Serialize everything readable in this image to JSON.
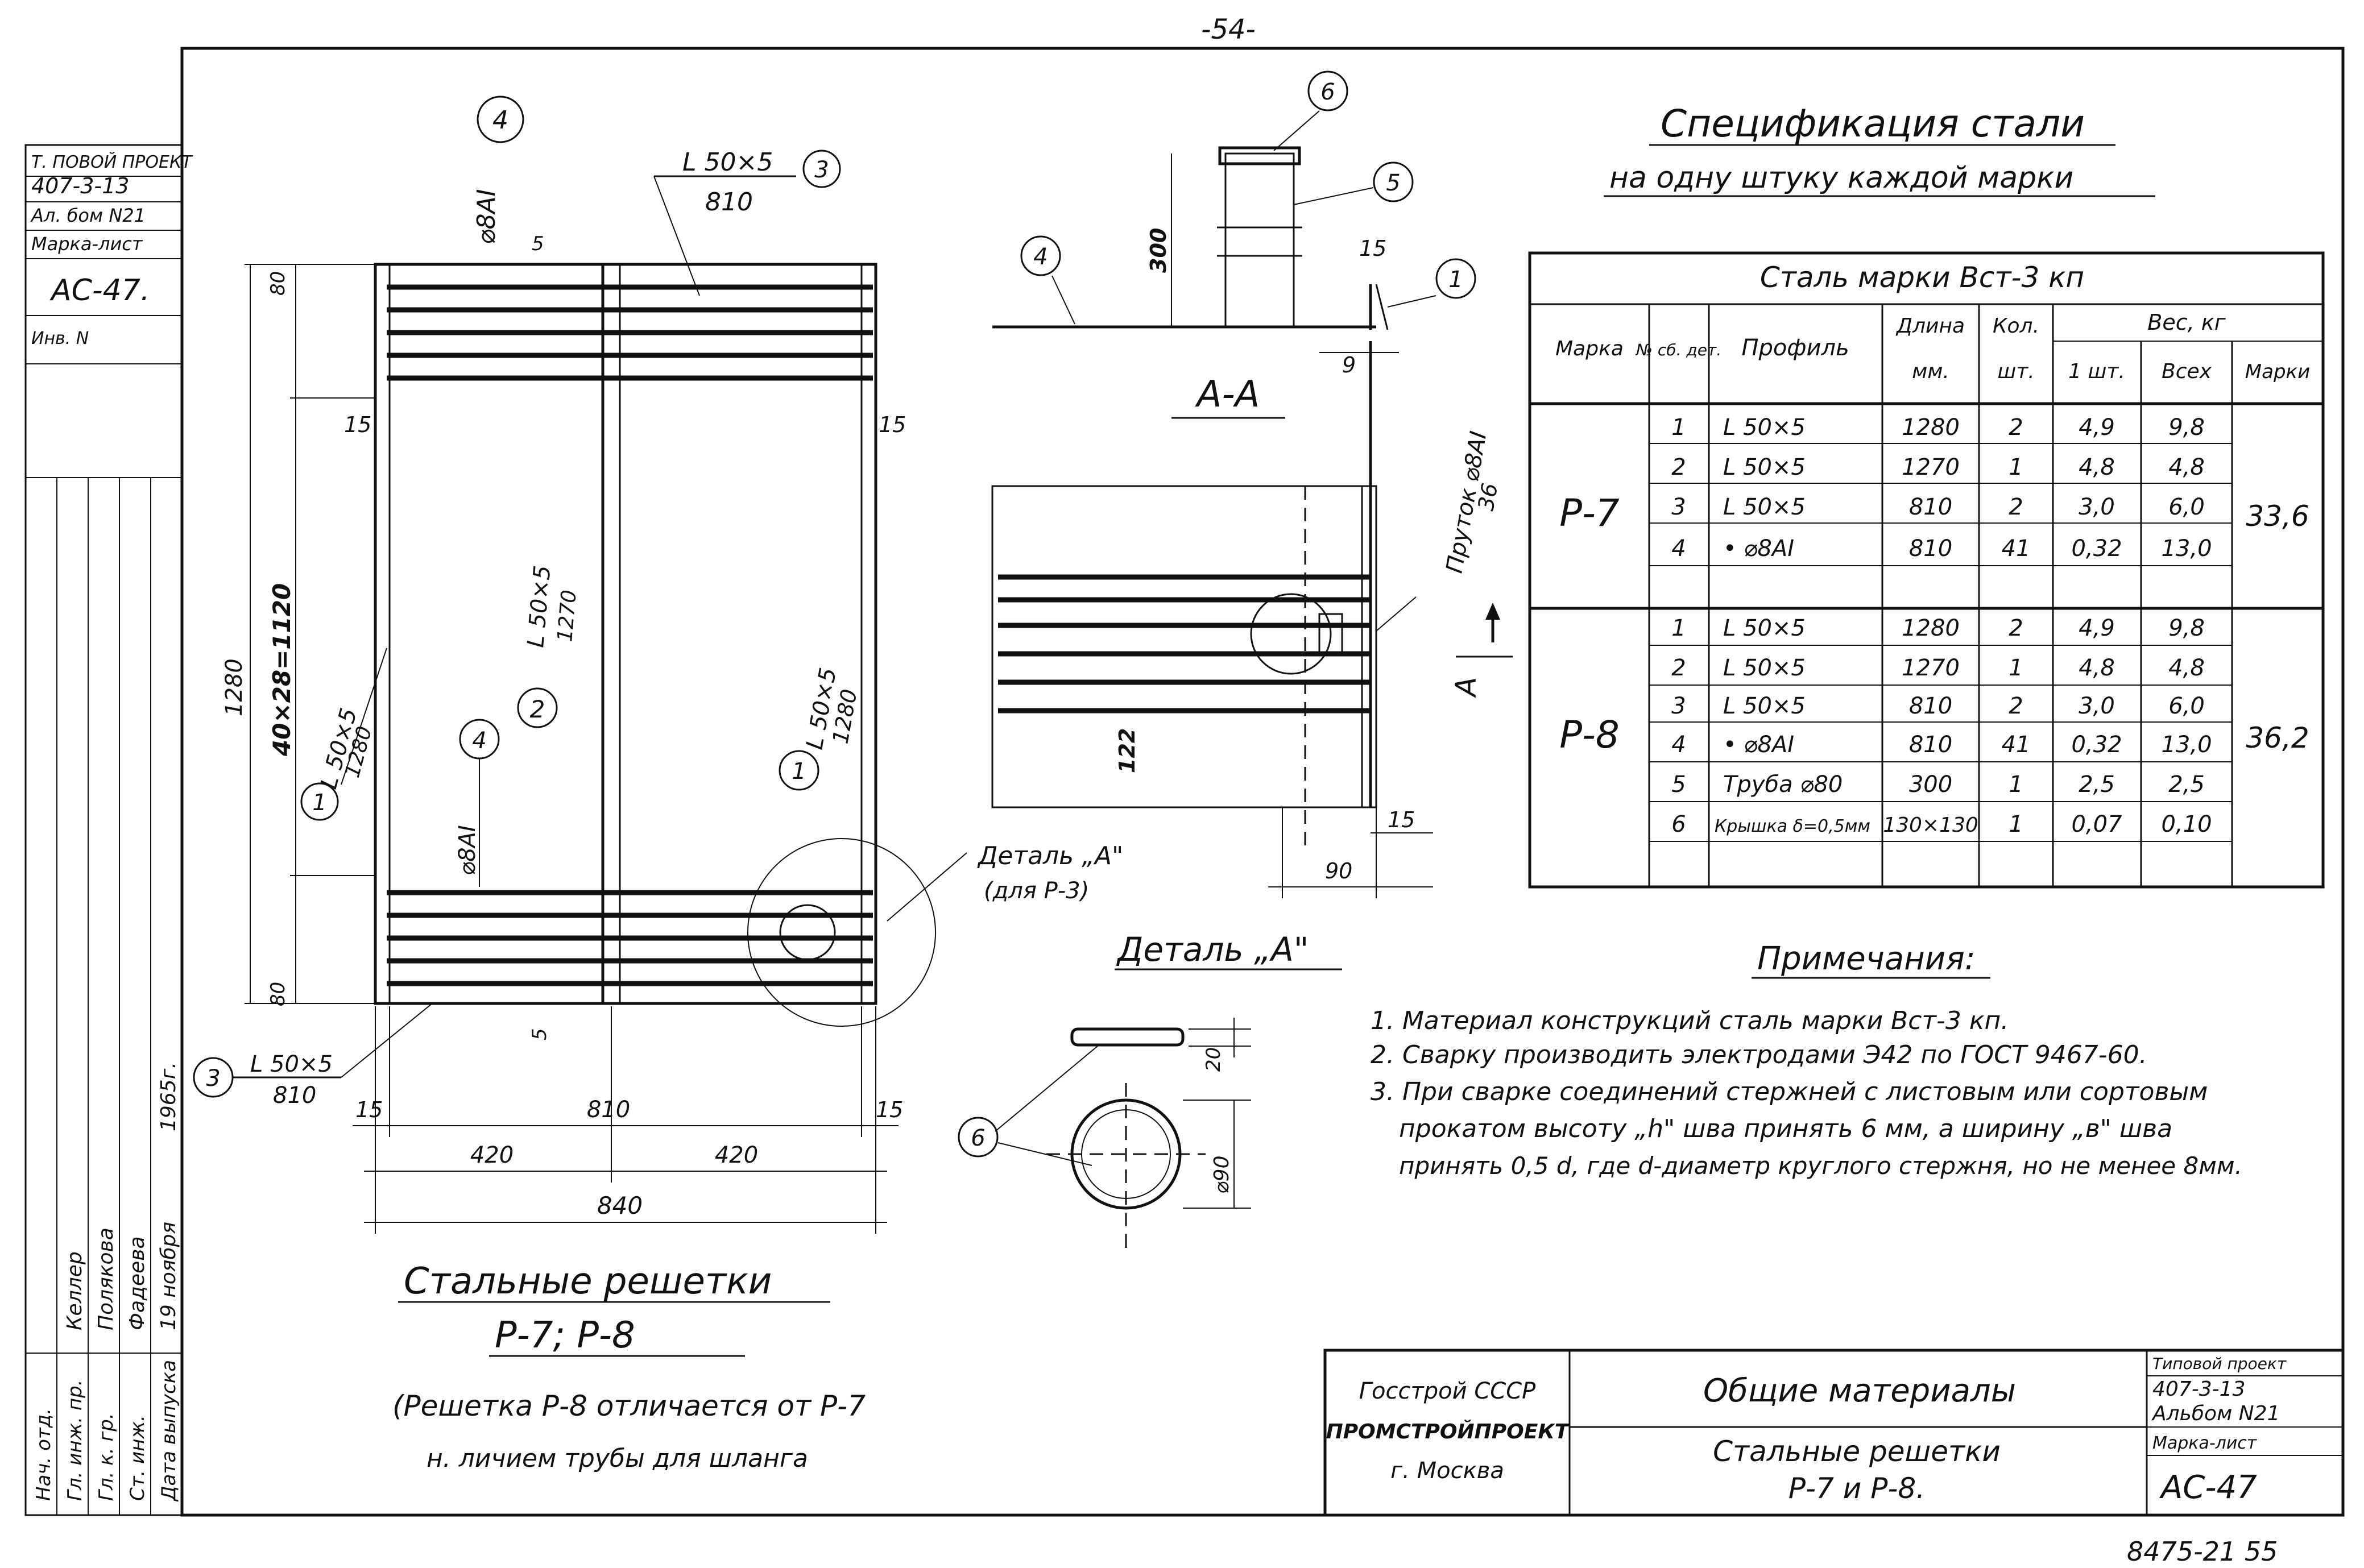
{
  "page_number_top": "-54-",
  "page_number_bottom": "8475-21  55",
  "side_stamp": {
    "project_label": "Т. ПОВОЙ ПРОЕКТ",
    "project_code": "407-3-13",
    "album": "Ал. бом N21",
    "sheet_label": "Марка-лист",
    "sheet_value": "АС-47.",
    "inventory_label": "Инв. N",
    "roles": [
      "Нач. отд.",
      "Гл. инж. пр.",
      "Гл. к. гр.",
      "Ст. инж.",
      "Дата выпуска"
    ],
    "names": [
      "Келлер",
      "Полякова",
      "Фадеева",
      "19 ноября"
    ],
    "year": "1965г."
  },
  "spec": {
    "title": "Спецификация стали",
    "subtitle": "на одну штуку каждой марки",
    "steel_grade": "Сталь марки Вст-3 кп",
    "headers": {
      "mark": "Марка",
      "part_no": "№ сб. дет.",
      "profile": "Профиль",
      "length": "Длина",
      "length_unit": "мм.",
      "qty": "Кол.",
      "qty_unit": "шт.",
      "weight": "Вес, кг",
      "per_piece": "1 шт.",
      "total": "Всех",
      "per_mark": "Марки"
    },
    "groups": [
      {
        "mark": "Р-7",
        "mark_weight": "33,6",
        "rows": [
          {
            "no": "1",
            "profile": "L 50×5",
            "length": "1280",
            "qty": "2",
            "w1": "4,9",
            "wall": "9,8"
          },
          {
            "no": "2",
            "profile": "L 50×5",
            "length": "1270",
            "qty": "1",
            "w1": "4,8",
            "wall": "4,8"
          },
          {
            "no": "3",
            "profile": "L 50×5",
            "length": "810",
            "qty": "2",
            "w1": "3,0",
            "wall": "6,0"
          },
          {
            "no": "4",
            "profile": "• ⌀8AI",
            "length": "810",
            "qty": "41",
            "w1": "0,32",
            "wall": "13,0"
          },
          {
            "no": "",
            "profile": "",
            "length": "",
            "qty": "",
            "w1": "",
            "wall": ""
          }
        ]
      },
      {
        "mark": "Р-8",
        "mark_weight": "36,2",
        "rows": [
          {
            "no": "1",
            "profile": "L 50×5",
            "length": "1280",
            "qty": "2",
            "w1": "4,9",
            "wall": "9,8"
          },
          {
            "no": "2",
            "profile": "L 50×5",
            "length": "1270",
            "qty": "1",
            "w1": "4,8",
            "wall": "4,8"
          },
          {
            "no": "3",
            "profile": "L 50×5",
            "length": "810",
            "qty": "2",
            "w1": "3,0",
            "wall": "6,0"
          },
          {
            "no": "4",
            "profile": "• ⌀8AI",
            "length": "810",
            "qty": "41",
            "w1": "0,32",
            "wall": "13,0"
          },
          {
            "no": "5",
            "profile": "Труба ⌀80",
            "length": "300",
            "qty": "1",
            "w1": "2,5",
            "wall": "2,5"
          },
          {
            "no": "6",
            "profile": "Крышка δ=0,5мм",
            "length": "130×130",
            "qty": "1",
            "w1": "0,07",
            "wall": "0,10"
          },
          {
            "no": "",
            "profile": "",
            "length": "",
            "qty": "",
            "w1": "",
            "wall": ""
          }
        ]
      }
    ]
  },
  "notes": {
    "title": "Примечания:",
    "items": [
      "1. Материал конструкций сталь марки Вст-3 кп.",
      "2. Сварку производить электродами Э42 по ГОСТ 9467-60.",
      "3. При сварке соединений стержней с листовым или сортовым",
      "прокатом высоту „h\" шва принять 6 мм, а ширину „в\" шва",
      "принять 0,5 d, где d-диаметр круглого стержня, но не менее 8мм."
    ]
  },
  "main_drawing": {
    "caption_title": "Стальные решетки",
    "caption_marks": "Р-7;  Р-8",
    "caption_note_1": "(Решетка Р-8 отличается от Р-7",
    "caption_note_2": "н. личием трубы для шланга",
    "labels": {
      "top_angle": "L 50×5",
      "top_angle_len": "810",
      "top_bubble": "3",
      "rod_top": "⌀8AI",
      "rod_bubble_top": "4",
      "dim_5_top": "5",
      "dim_80_top": "80",
      "dim_15_left": "15",
      "dim_15_right": "15",
      "dim_1280": "1280",
      "dim_40x28": "40×28=1120",
      "left_angle": "L 50×5",
      "left_angle_len": "1280",
      "left_bubble": "1",
      "mid_angle": "L 50×5",
      "mid_angle_len": "1270",
      "mid_bubble": "2",
      "rod_mid": "⌀8AI",
      "rod_bubble_mid": "4",
      "right_angle": "L 50×5",
      "right_angle_len": "1280",
      "right_bubble": "1",
      "dim_80_bottom": "80",
      "dim_5_bottom": "5",
      "bottom_angle": "L 50×5",
      "bottom_angle_len": "810",
      "bottom_bubble": "3",
      "dim_15_bl": "15",
      "dim_810": "810",
      "dim_15_br": "15",
      "dim_420_l": "420",
      "dim_420_r": "420",
      "dim_840": "840",
      "detail_ref": "Деталь „А\"",
      "detail_ref_2": "(для Р-3)"
    }
  },
  "section_aa": {
    "title": "А-А",
    "bubble_6": "6",
    "bubble_5": "5",
    "bubble_4": "4",
    "bubble_1": "1",
    "dim_300": "300",
    "dim_15": "15",
    "dim_9": "9",
    "rod_label": "Пруток ⌀8AI",
    "rod_len": "36",
    "dim_122": "122",
    "dim_15_b": "15",
    "dim_90": "90",
    "cut_mark": "А"
  },
  "detail_a": {
    "title": "Деталь „А\"",
    "bubble_6": "6",
    "dim_20": "20",
    "dim_90": "⌀90"
  },
  "title_block": {
    "org_1": "Госстрой СССР",
    "org_2": "ПРОМСТРОЙПРОЕКТ",
    "org_3": "г. Москва",
    "section": "Общие материалы",
    "title_1": "Стальные решетки",
    "title_2": "Р-7 и Р-8.",
    "project_label": "Типовой проект",
    "project_code": "407-3-13",
    "album": "Альбом N21",
    "sheet_label": "Марка-лист",
    "sheet_value": "АС-47"
  }
}
